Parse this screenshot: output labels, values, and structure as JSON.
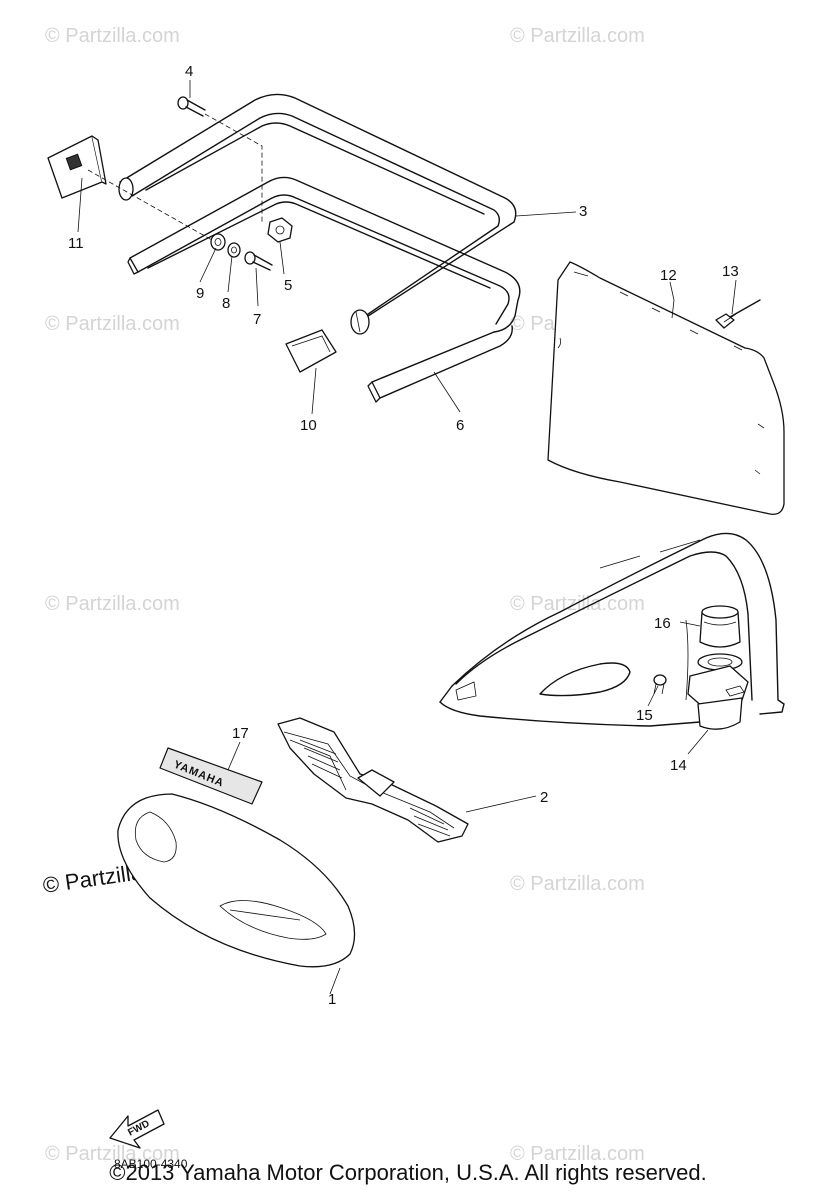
{
  "callouts": [
    "1",
    "2",
    "3",
    "4",
    "5",
    "6",
    "7",
    "8",
    "9",
    "10",
    "11",
    "12",
    "13",
    "14",
    "15",
    "16",
    "17"
  ],
  "watermark": {
    "text": "© Partzilla.com"
  },
  "emblem_text": "YAMAHA",
  "direction_arrow_label": "FWD",
  "diagram_ref": "8AB100-4340",
  "copyright": "©2013  Yamaha Motor Corporation, U.S.A. All rights reserved.",
  "colors": {
    "ink": "#111111",
    "watermark": "#d4d4d4",
    "background": "#ffffff"
  }
}
